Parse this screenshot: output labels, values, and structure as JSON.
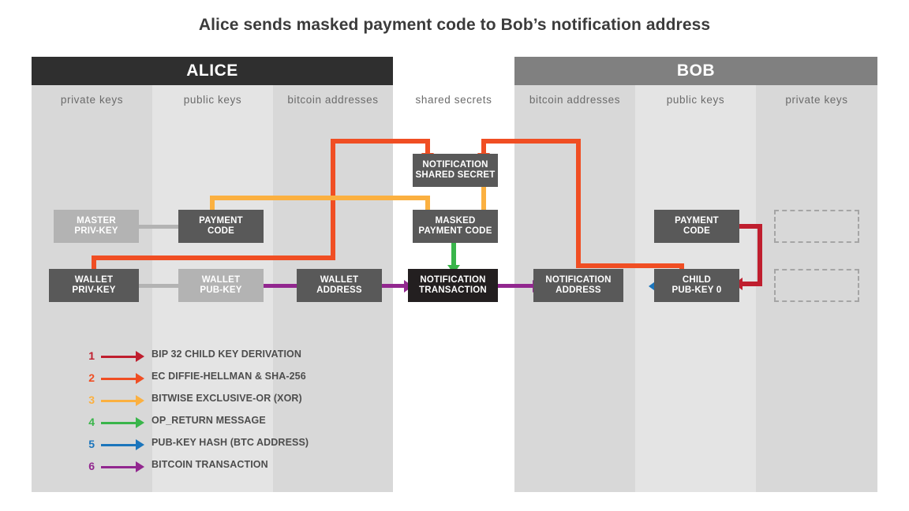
{
  "title": "Alice sends masked payment code to Bob’s notification address",
  "parties": [
    {
      "name": "ALICE",
      "style": "dark"
    },
    {
      "name": "BOB",
      "style": "medium"
    }
  ],
  "columns": [
    {
      "key": "alice-private-keys",
      "label": "private keys",
      "shade": "#d8d8d8"
    },
    {
      "key": "alice-public-keys",
      "label": "public keys",
      "shade": "#e4e4e4"
    },
    {
      "key": "alice-bitcoin-addresses",
      "label": "bitcoin addresses",
      "shade": "#d8d8d8"
    },
    {
      "key": "shared-secrets",
      "label": "shared secrets",
      "shade": "#ffffff"
    },
    {
      "key": "bob-bitcoin-addresses",
      "label": "bitcoin addresses",
      "shade": "#d8d8d8"
    },
    {
      "key": "bob-public-keys",
      "label": "public keys",
      "shade": "#e4e4e4"
    },
    {
      "key": "bob-private-keys",
      "label": "private keys",
      "shade": "#d8d8d8"
    }
  ],
  "nodes": [
    {
      "key": "alice-master-priv-key",
      "line1": "MASTER",
      "line2": "PRIV-KEY",
      "style": "light"
    },
    {
      "key": "alice-payment-code",
      "line1": "PAYMENT",
      "line2": "CODE",
      "style": "dark"
    },
    {
      "key": "alice-wallet-priv-key",
      "line1": "WALLET",
      "line2": "PRIV-KEY",
      "style": "dark"
    },
    {
      "key": "alice-wallet-pub-key",
      "line1": "WALLET",
      "line2": "PUB-KEY",
      "style": "light"
    },
    {
      "key": "alice-wallet-address",
      "line1": "WALLET",
      "line2": "ADDRESS",
      "style": "dark"
    },
    {
      "key": "notification-shared-secret",
      "line1": "NOTIFICATION",
      "line2": "SHARED SECRET",
      "style": "dark"
    },
    {
      "key": "masked-payment-code",
      "line1": "MASKED",
      "line2": "PAYMENT CODE",
      "style": "dark"
    },
    {
      "key": "notification-transaction",
      "line1": "NOTIFICATION",
      "line2": "TRANSACTION",
      "style": "black"
    },
    {
      "key": "bob-notification-address",
      "line1": "NOTIFICATION",
      "line2": "ADDRESS",
      "style": "dark"
    },
    {
      "key": "bob-child-pub-key-0",
      "line1": "CHILD",
      "line2": "PUB-KEY  0",
      "style": "dark"
    },
    {
      "key": "bob-payment-code",
      "line1": "PAYMENT",
      "line2": "CODE",
      "style": "dark"
    },
    {
      "key": "bob-private-placeholder-1",
      "line1": "",
      "line2": "",
      "style": "ghost"
    },
    {
      "key": "bob-private-placeholder-2",
      "line1": "",
      "line2": "",
      "style": "ghost"
    }
  ],
  "legend": [
    {
      "num": "1",
      "label": "BIP 32 CHILD KEY DERIVATION",
      "color": "#bf1e2e"
    },
    {
      "num": "2",
      "label": "EC DIFFIE-HELLMAN & SHA-256",
      "color": "#f04e23"
    },
    {
      "num": "3",
      "label": "BITWISE EXCLUSIVE-OR (XOR)",
      "color": "#fbb040"
    },
    {
      "num": "4",
      "label": "OP_RETURN MESSAGE",
      "color": "#39b54a"
    },
    {
      "num": "5",
      "label": "PUB-KEY HASH (BTC ADDRESS)",
      "color": "#1b75bc"
    },
    {
      "num": "6",
      "label": "BITCOIN TRANSACTION",
      "color": "#92278f"
    }
  ],
  "colors": {
    "bip32_red": "#bf1e2e",
    "ecdh_orange": "#f04e23",
    "xor_yellow": "#fbb040",
    "opreturn_green": "#39b54a",
    "pubkeyhash_blue": "#1b75bc",
    "transaction_purple": "#92278f",
    "neutral_link": "#b3b3b3",
    "node_dark": "#595959",
    "node_black": "#231f20",
    "node_light": "#b3b3b3",
    "alice_header": "#2f2f2f",
    "bob_header": "#808080",
    "title_text": "#3b3b3b"
  }
}
